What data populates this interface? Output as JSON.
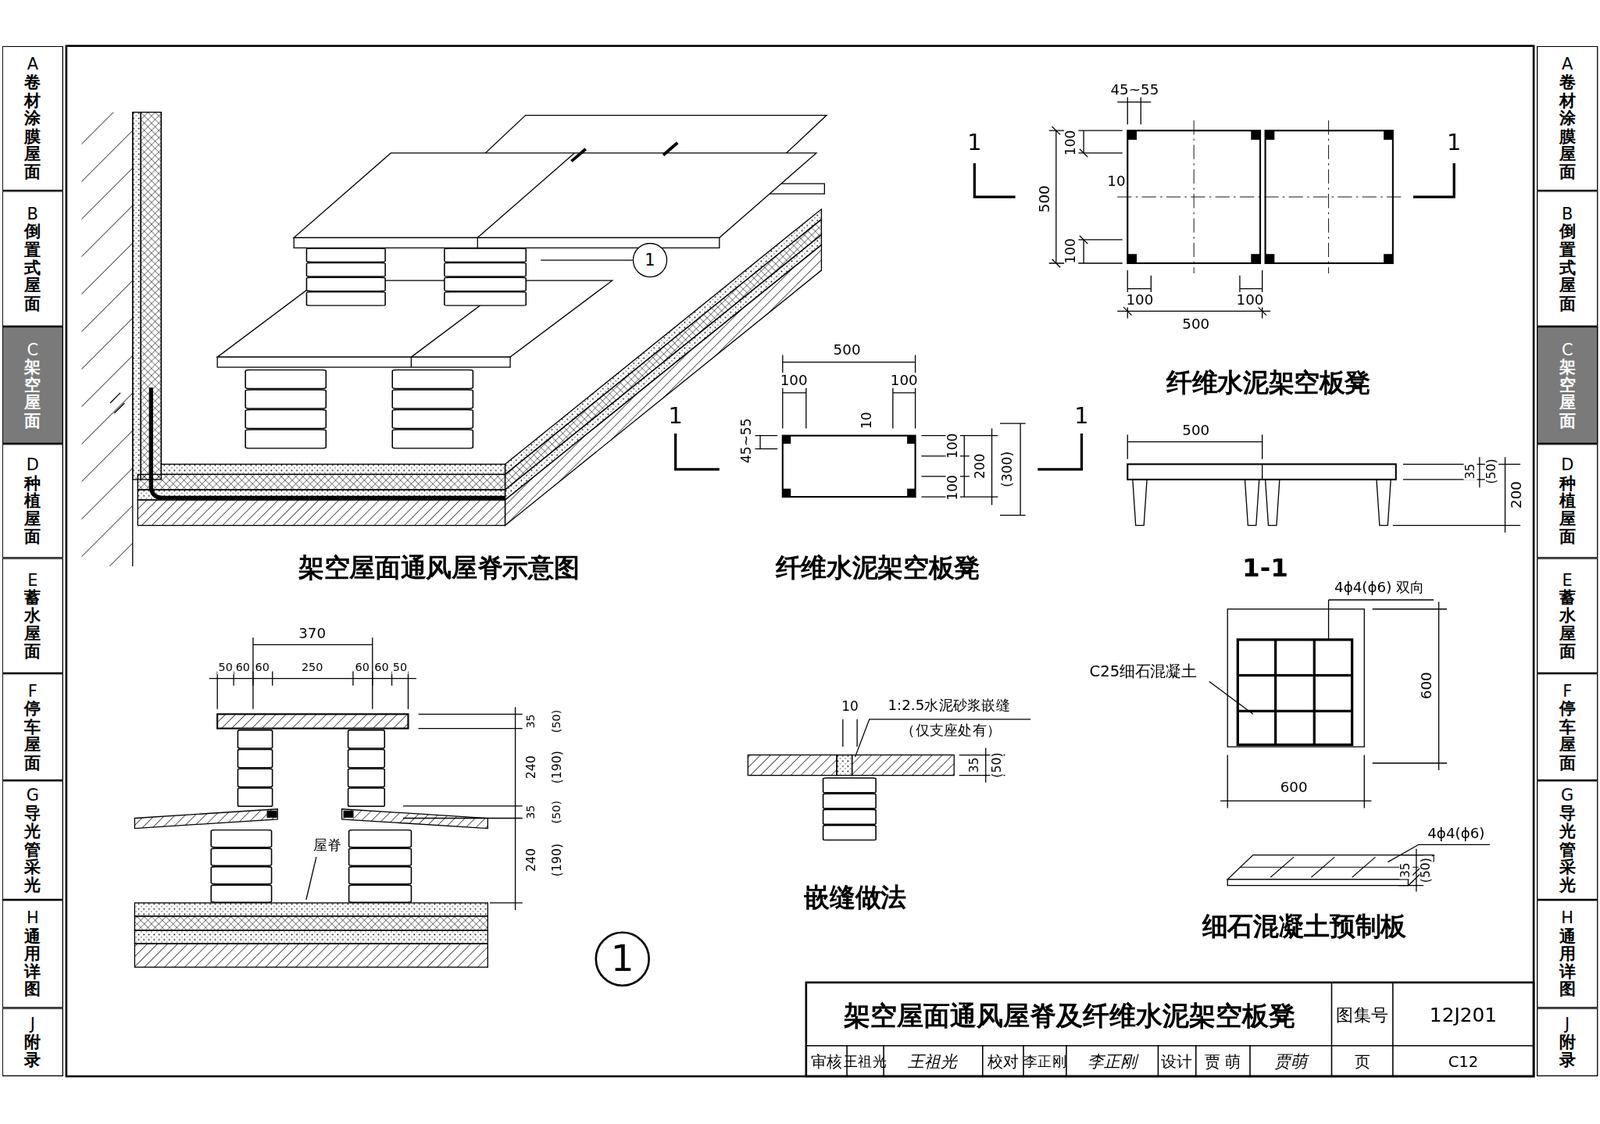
{
  "diagram": {
    "title": "架空屋面通风屋脊及纤维水泥架空板凳",
    "nodes": [
      {
        "text": [
          "A",
          "卷材涂膜屋面"
        ]
      },
      {
        "text": [
          "B",
          "倒置式屋面"
        ]
      },
      {
        "text": [
          "C",
          "架空屋面"
        ]
      },
      {
        "text": [
          "D",
          "种植屋面"
        ]
      },
      {
        "text": [
          "E",
          "蓄水屋面"
        ]
      },
      {
        "text": [
          "F",
          "停车屋面"
        ]
      },
      {
        "text": [
          "G",
          "导光管采光"
        ]
      },
      {
        "text": [
          "H",
          "通用详图"
        ]
      },
      {
        "text": [
          "J",
          "附录"
        ]
      },
      {
        "text": [
          "A",
          "卷材涂膜屋面"
        ]
      },
      {
        "text": [
          "B",
          "倒置式屋面"
        ]
      },
      {
        "text": [
          "C",
          "架空屋面"
        ]
      },
      {
        "text": [
          "D",
          "种植屋面"
        ]
      },
      {
        "text": [
          "E",
          "蓄水屋面"
        ]
      },
      {
        "text": [
          "F",
          "停车屋面"
        ]
      },
      {
        "text": [
          "G",
          "导光管采光"
        ]
      },
      {
        "text": [
          "H",
          "通用详图"
        ]
      },
      {
        "text": [
          "J",
          "附录"
        ]
      },
      {
        "text": [
          "1"
        ]
      },
      {
        "text": [
          "1"
        ]
      }
    ],
    "labels": [
      "架空屋面通风屋脊示意图",
      "纤维水泥架空板凳",
      "纤维水泥架空板凳",
      "1-1",
      "嵌缝做法",
      "细石混凝土预制板",
      "45~55",
      "1",
      "1",
      "100",
      "10",
      "500",
      "100",
      "100",
      "100",
      "500",
      "500",
      "100",
      "100",
      "10",
      "1",
      "1",
      "45~55",
      "100",
      "200",
      "(300)",
      "100",
      "500",
      "35",
      "(50)",
      "200",
      "4ϕ4(ϕ6) 双向",
      "C25细石混凝土",
      "600",
      "600",
      "4ϕ4(ϕ6)",
      "35",
      "(50)",
      "10",
      "1:2.5水泥砂浆嵌缝",
      "（仅支座处有）",
      "35",
      "(50)",
      "370",
      "50",
      "60",
      "60",
      "250",
      "60",
      "60",
      "50",
      "35",
      "(50)",
      "240",
      "(190)",
      "35",
      "(50)",
      "240",
      "(190)",
      "屋脊",
      "图集号",
      "12J201",
      "审核",
      "王祖光",
      "王祖光",
      "校对",
      "李正刚",
      "李正刚",
      "设计",
      "贾 萌",
      "贾萌",
      "页",
      "C12"
    ]
  }
}
